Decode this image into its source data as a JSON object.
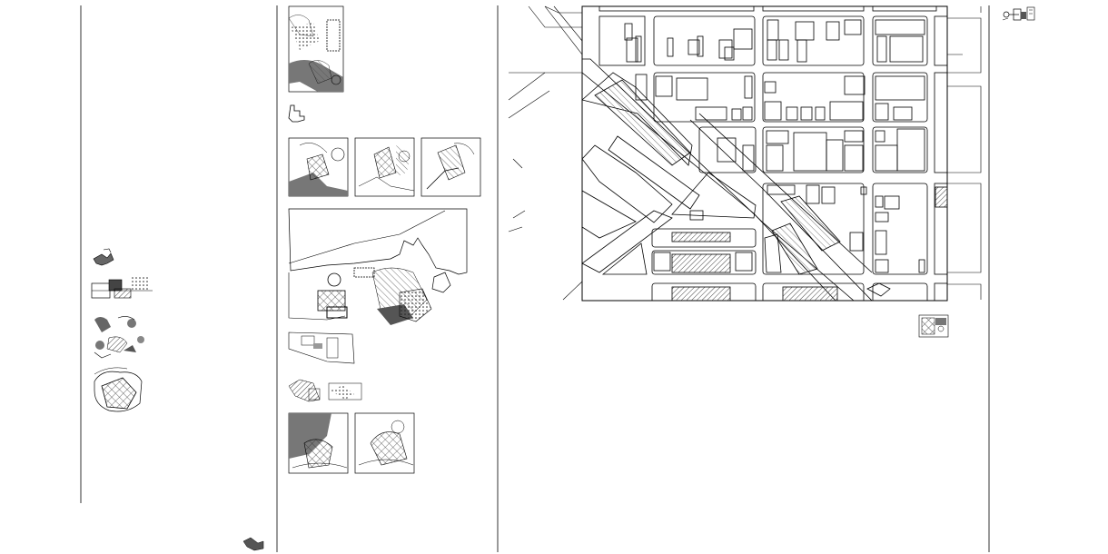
{
  "drawing": {
    "background": "#ffffff",
    "line_color": "#000000",
    "fill_dark": "#555555",
    "fill_light": "#cfcfcf",
    "hatch_color": "#444444"
  },
  "sections": [
    "left-column-thumbnails",
    "middle-column-site-plans",
    "center-street-grid-plan",
    "right-column-symbols"
  ]
}
